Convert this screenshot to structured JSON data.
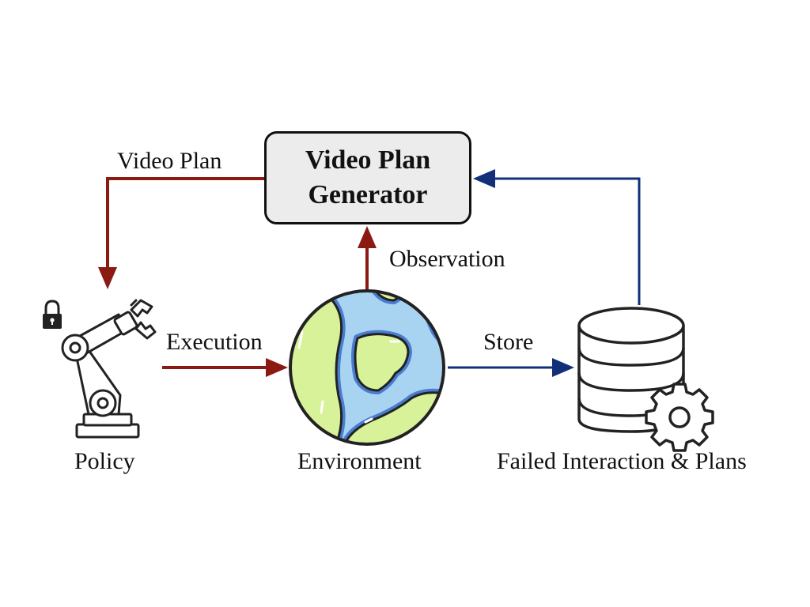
{
  "generator": {
    "line1": "Video Plan",
    "line2": "Generator"
  },
  "labels": {
    "video_plan": "Video Plan",
    "observation": "Observation",
    "execution": "Execution",
    "store": "Store"
  },
  "nodes": {
    "policy": "Policy",
    "environment": "Environment",
    "failed": "Failed Interaction & Plans"
  },
  "colors": {
    "red_arrow": "#8b1a12",
    "blue_arrow": "#12307a",
    "box_fill": "#ececec",
    "ocean": "#a8d4f2",
    "land": "#d8f29a"
  },
  "icons": [
    "robot-arm-icon",
    "lock-icon",
    "globe-icon",
    "database-icon",
    "gear-icon"
  ]
}
